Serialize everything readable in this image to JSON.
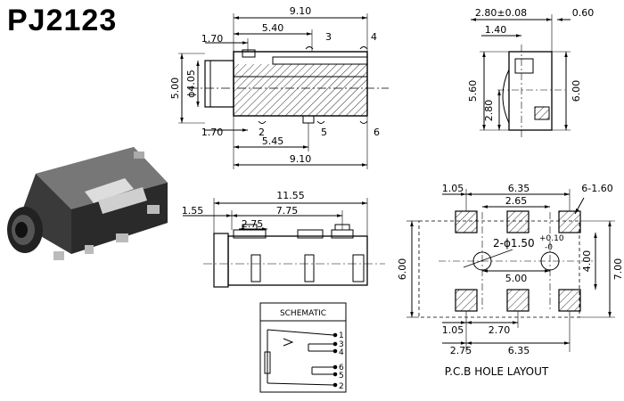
{
  "title": "PJ2123",
  "top_view": {
    "overall_length": "9.10",
    "upper_mid": "5.40",
    "upper_left": "1.70",
    "pin_top_a": "3",
    "pin_top_b": "4",
    "height": "5.00",
    "diameter": "ϕ4.05",
    "lower_left": "1.70",
    "pin_mid_2": "2",
    "lower_mid": "5.45",
    "pin_bot_a": "5",
    "pin_bot_b": "6",
    "lower_length": "9.10"
  },
  "side_view": {
    "width_total": "2.80±0.08",
    "right_offset": "0.60",
    "inner": "1.40",
    "height_outer": "5.60",
    "height_inner": "2.80",
    "height_right": "6.00"
  },
  "front_view": {
    "overall": "11.55",
    "left_offset": "1.55",
    "mid": "7.75",
    "inner": "2.75"
  },
  "pcb_layout": {
    "title": "P.C.B HOLE LAYOUT",
    "top_left": "1.05",
    "top_span": "6.35",
    "top_right": "6-1.60",
    "inner_span": "2.65",
    "holes_label": "2-ϕ1.50",
    "tol_plus": "+0.10",
    "tol_minus": "-0",
    "hole_pitch": "5.00",
    "height_left": "6.00",
    "height_inner": "4.00",
    "height_right": "7.00",
    "bot_left": "1.05",
    "bot_inner": "2.70",
    "bot_offset": "2.75",
    "bot_span": "6.35"
  },
  "schematic": {
    "title": "SCHEMATIC",
    "pins": [
      "1",
      "3",
      "4",
      "6",
      "5",
      "2"
    ]
  }
}
